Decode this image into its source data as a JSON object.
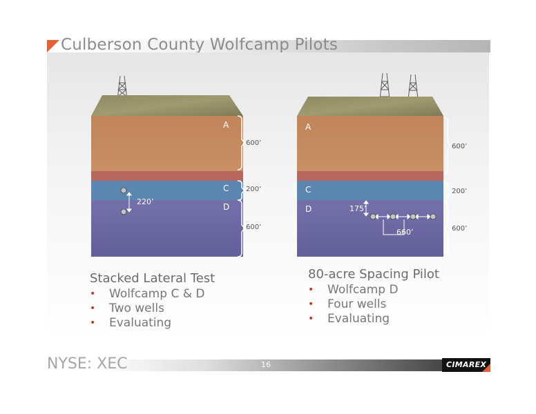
{
  "header": {
    "title": "Culberson County Wolfcamp Pilots"
  },
  "left_diagram": {
    "zone_labels": {
      "a": "A",
      "c": "C",
      "d": "D"
    },
    "thickness": {
      "a": "600’",
      "c": "200’",
      "d": "600’"
    },
    "well_spacing": "220’",
    "well_count": 2
  },
  "right_diagram": {
    "zone_labels": {
      "a": "A",
      "c": "C",
      "d": "D"
    },
    "thickness": {
      "a": "600’",
      "c": "200’",
      "d": "600’"
    },
    "vertical_spacing": "175’",
    "horizontal_spacing": "660’",
    "well_count": 4
  },
  "left_section": {
    "title": "Stacked Lateral Test",
    "bullets": [
      "Wolfcamp C & D",
      "Two wells",
      "Evaluating"
    ]
  },
  "right_section": {
    "title": "80-acre Spacing Pilot",
    "bullets": [
      "Wolfcamp D",
      "Four wells",
      "Evaluating"
    ]
  },
  "footer": {
    "ticker": "NYSE: XEC",
    "page_number": "16",
    "logo": "CIMAREX"
  },
  "colors": {
    "accent": "#e2603a",
    "zone_a": "#c98b5e",
    "zone_c": "#5b86b0",
    "zone_d": "#6e6aa6",
    "bullet": "#c0392b"
  }
}
